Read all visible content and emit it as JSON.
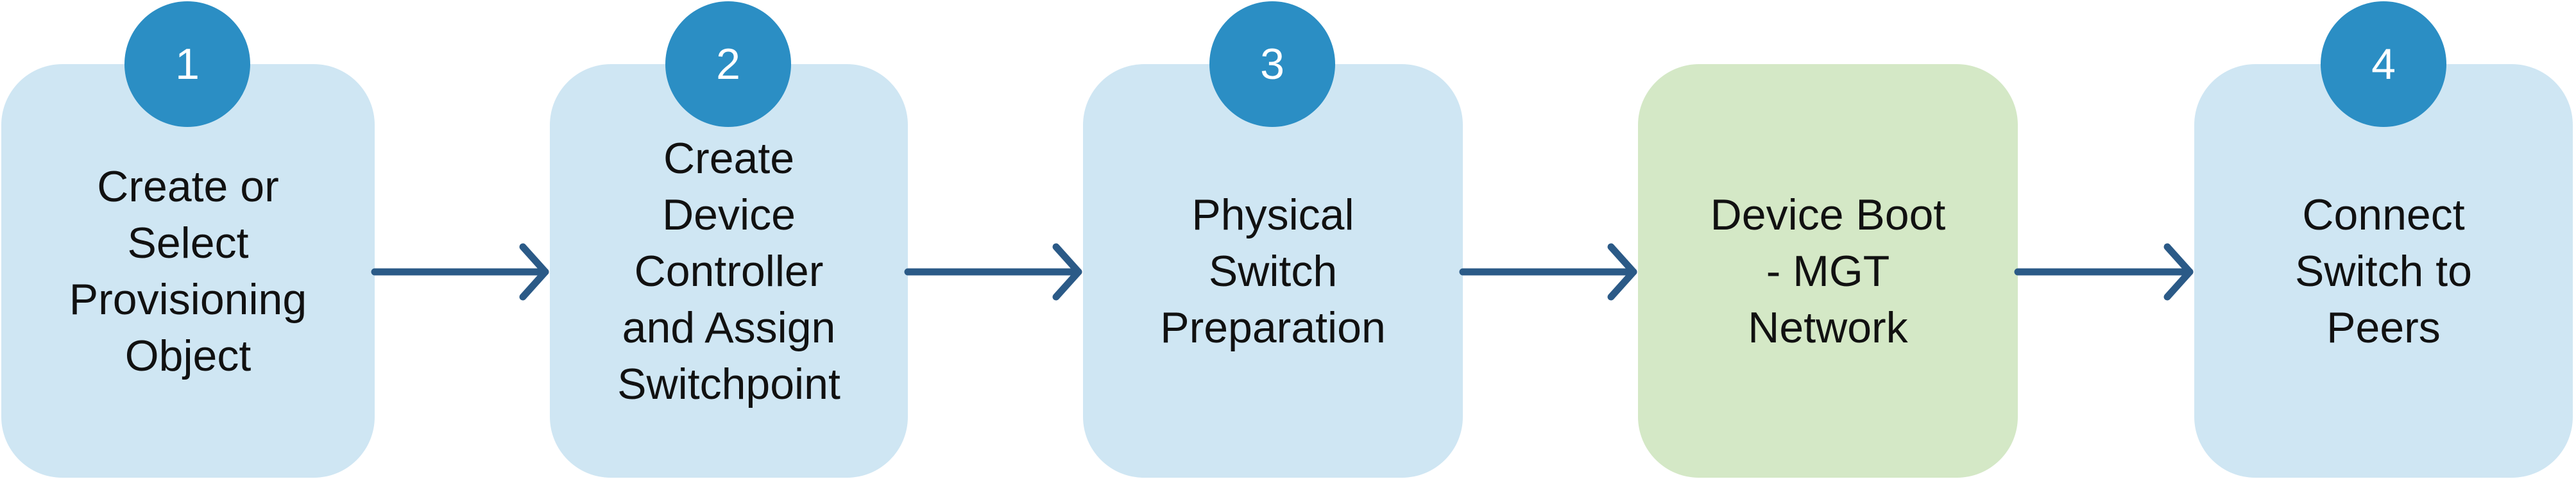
{
  "colors": {
    "box_blue": "#cfe6f3",
    "box_green": "#d4e8c6",
    "badge": "#2b8ec4",
    "arrow": "#2b5a87",
    "text": "#111111"
  },
  "steps": [
    {
      "badge": "1",
      "label": "Create or\nSelect\nProvisioning\nObject",
      "color": "blue"
    },
    {
      "badge": "2",
      "label": "Create\nDevice\nController\nand Assign\nSwitchpoint",
      "color": "blue"
    },
    {
      "badge": "3",
      "label": "Physical\nSwitch\nPreparation",
      "color": "blue"
    },
    {
      "badge": "",
      "label": "Device Boot\n- MGT\nNetwork",
      "color": "green"
    },
    {
      "badge": "4",
      "label": "Connect\nSwitch to\nPeers",
      "color": "blue"
    }
  ]
}
